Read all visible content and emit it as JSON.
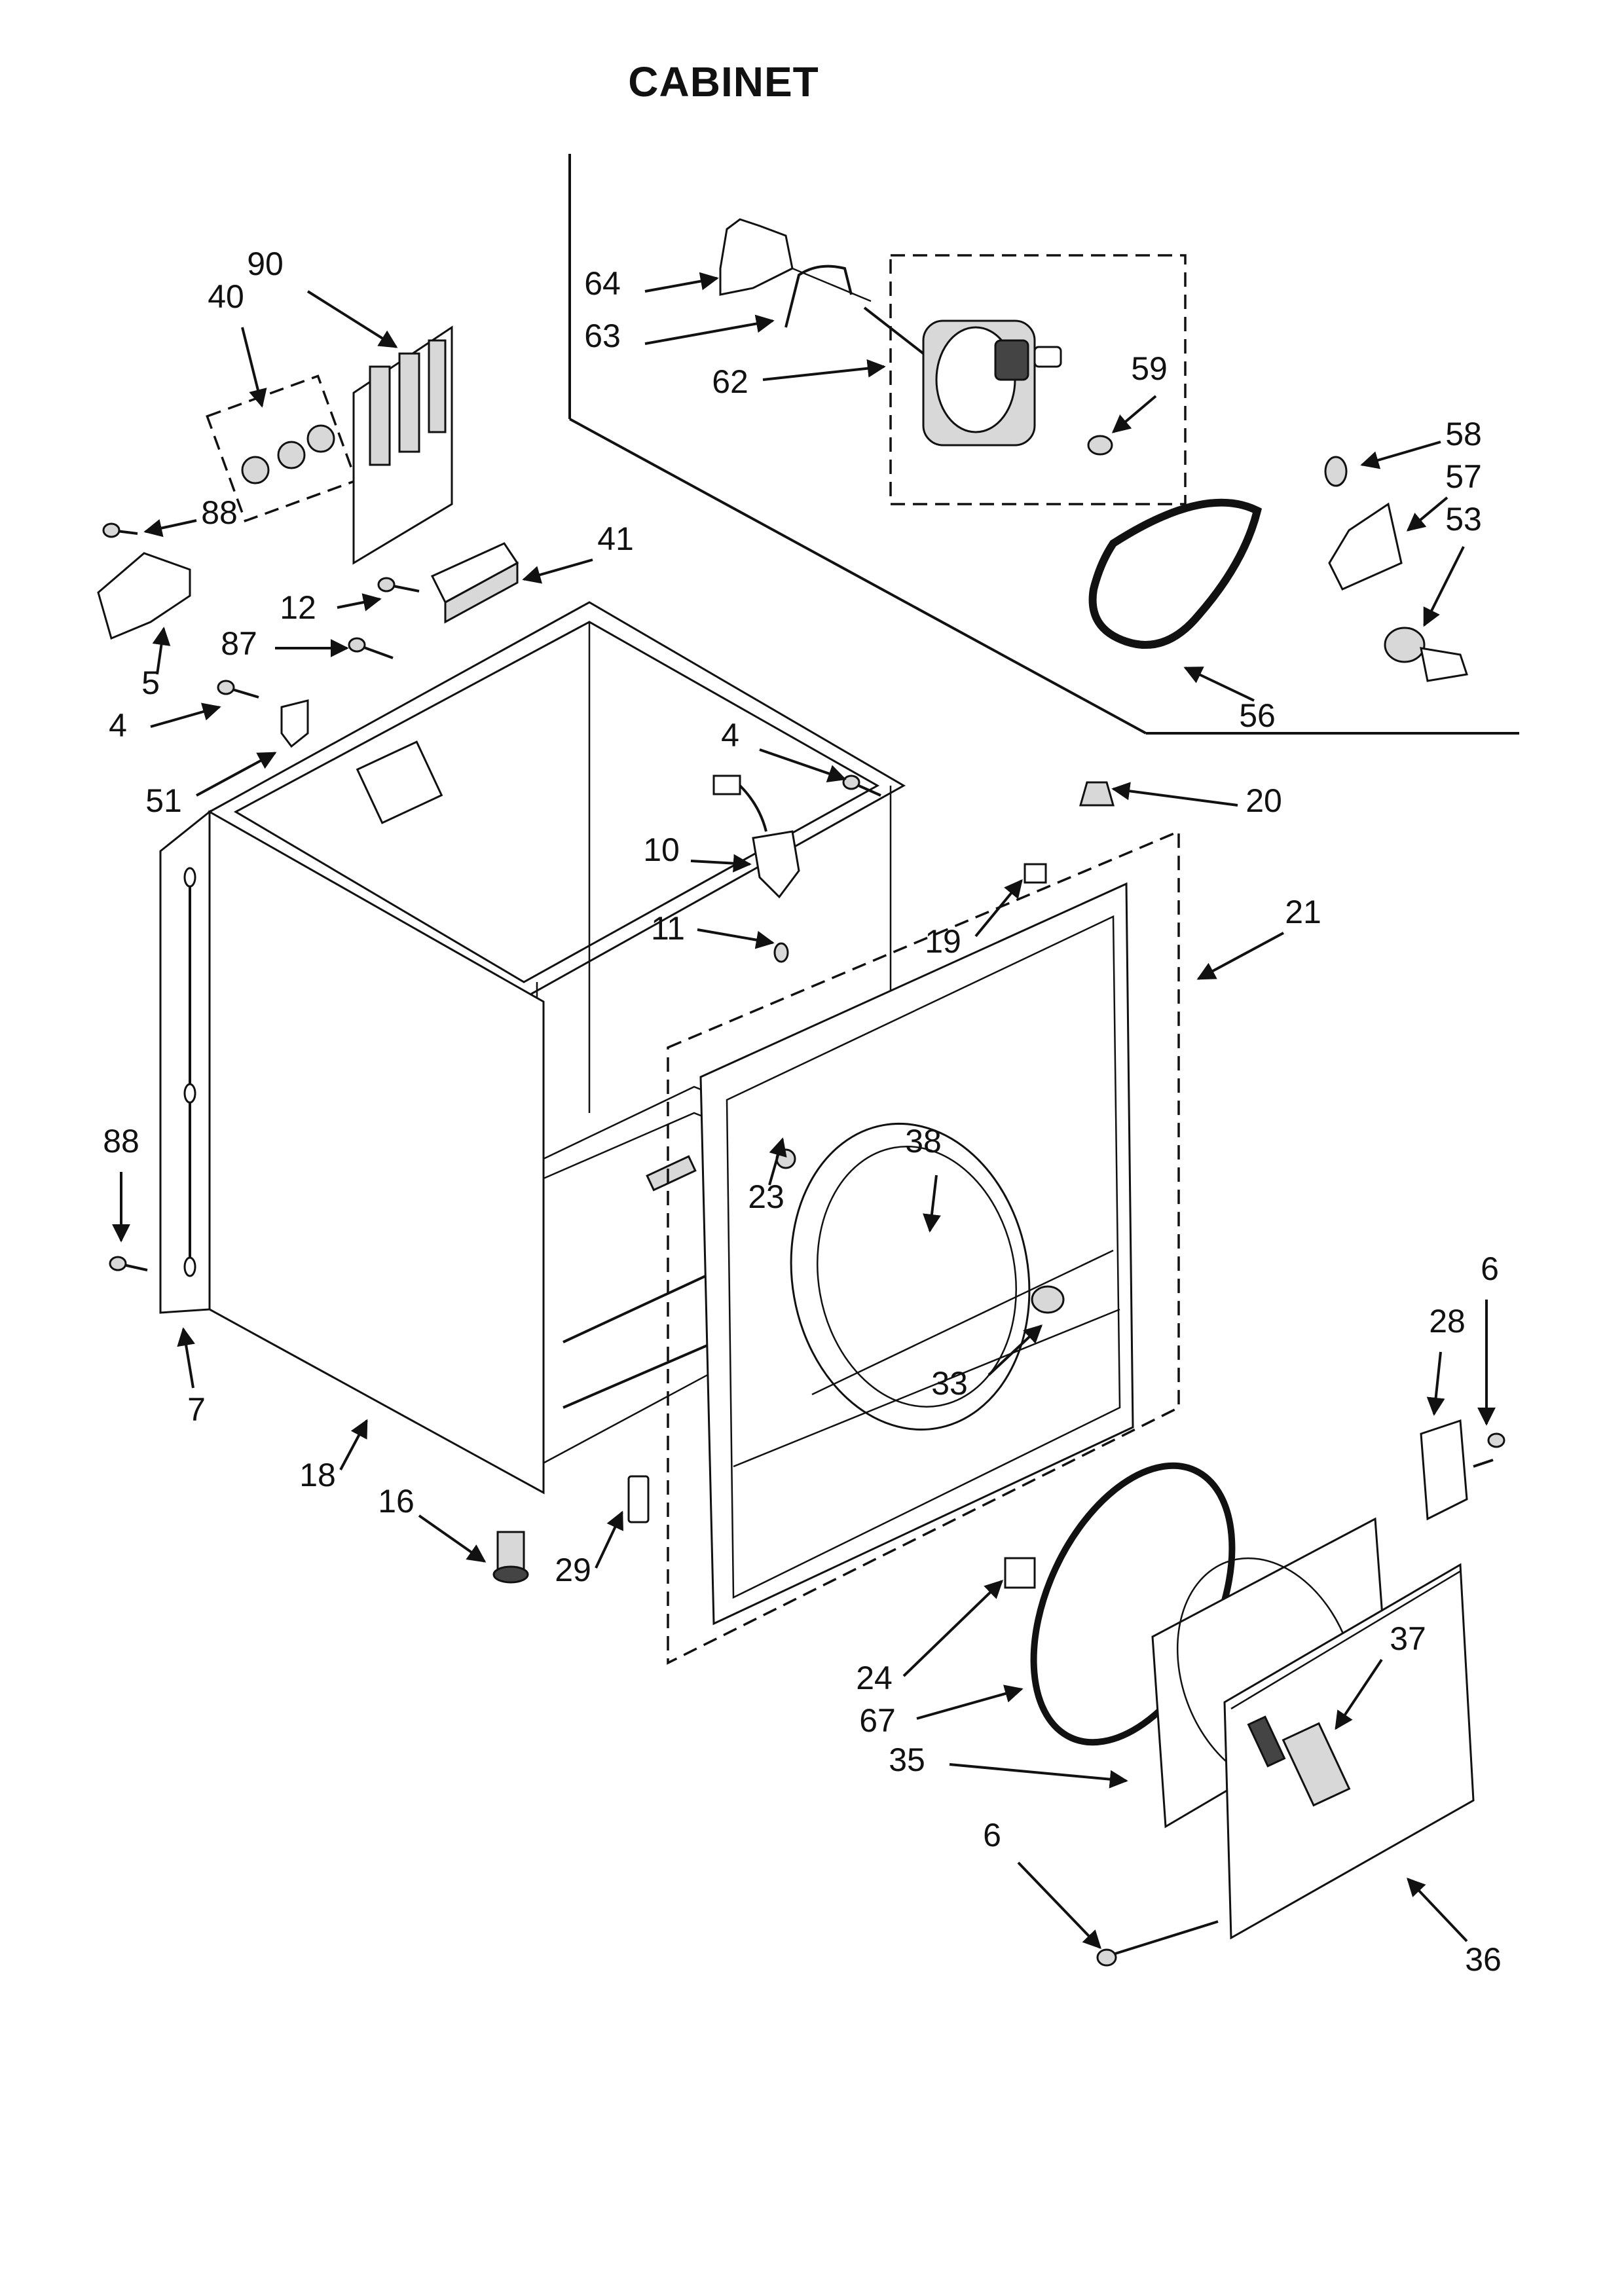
{
  "title": "CABINET",
  "callouts": [
    "90",
    "40",
    "88",
    "41",
    "12",
    "87",
    "5",
    "4",
    "51",
    "64",
    "63",
    "62",
    "59",
    "58",
    "57",
    "53",
    "56",
    "20",
    "4",
    "10",
    "11",
    "19",
    "21",
    "88",
    "7",
    "38",
    "23",
    "33",
    "18",
    "16",
    "29",
    "6",
    "28",
    "24",
    "37",
    "67",
    "35",
    "6",
    "36"
  ]
}
